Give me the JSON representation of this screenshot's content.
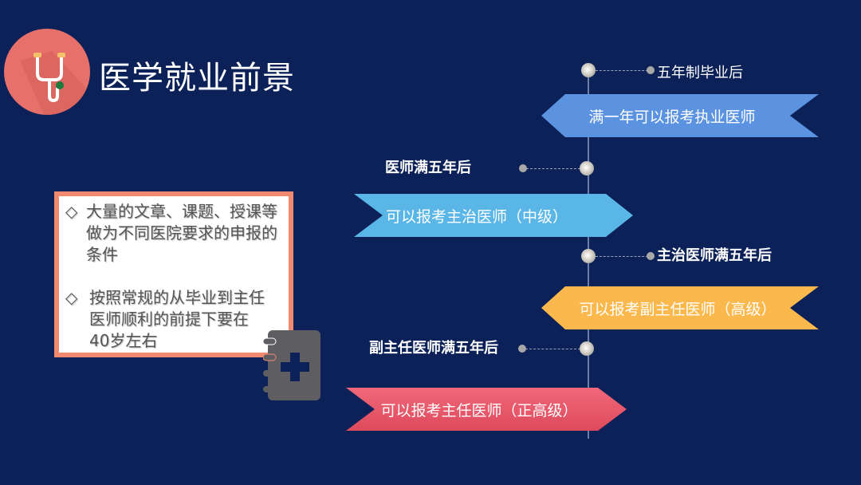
{
  "header": {
    "title": "医学就业前景",
    "icon": "stethoscope-icon"
  },
  "info_card": {
    "bullets": [
      {
        "marker": "◇",
        "text": "大量的文章、课题、授课等做为不同医院要求的申报的条件"
      },
      {
        "marker": "◇",
        "text": "按照常规的从毕业到主任医师顺利的前提下要在40岁左右"
      }
    ],
    "icon": "medical-notebook-icon"
  },
  "timeline": {
    "milestones": [
      {
        "label": "五年制毕业后",
        "side": "right"
      },
      {
        "label": "医师满五年后",
        "side": "left"
      },
      {
        "label": "主治医师满五年后",
        "side": "right"
      },
      {
        "label": "副主任医师满五年后",
        "side": "left"
      }
    ],
    "banners": [
      {
        "text": "满一年可以报考执业医师",
        "color": "#5b93e1"
      },
      {
        "text": "可以报考主治医师（中级）",
        "color": "#5ab6e6"
      },
      {
        "text": "可以报考副主任医师（高级）",
        "color": "#fbb84c"
      },
      {
        "text": "可以报考主任医师（正高级）",
        "color": "#ea5468"
      }
    ]
  },
  "colors": {
    "background": "#0b2157",
    "logo_circle": "#e8706a",
    "card_border": "#ef8a70",
    "notebook": "#5e5e62"
  }
}
